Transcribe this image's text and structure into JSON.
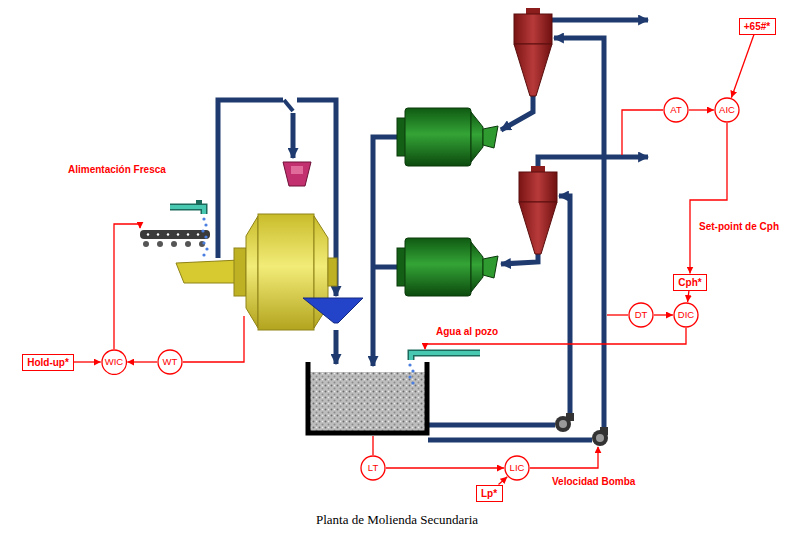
{
  "diagram": {
    "caption": "Planta de Molienda Secundaria",
    "nodes": [
      {
        "text": [
          "+65#*"
        ]
      },
      {
        "text": [
          "AT"
        ]
      },
      {
        "text": [
          "AIC"
        ]
      },
      {
        "text": [
          "Cph*"
        ]
      },
      {
        "text": [
          "DT"
        ]
      },
      {
        "text": [
          "DIC"
        ]
      },
      {
        "text": [
          "Hold-up*"
        ]
      },
      {
        "text": [
          "WIC"
        ]
      },
      {
        "text": [
          "WT"
        ]
      },
      {
        "text": [
          "LT"
        ]
      },
      {
        "text": [
          "LIC"
        ]
      },
      {
        "text": [
          "Lp*"
        ]
      }
    ],
    "edges": [
      {
        "from": 6,
        "to": 7,
        "arrow": "to"
      },
      {
        "from": 8,
        "to": 7,
        "arrow": "to"
      },
      {
        "from": 9,
        "to": 10,
        "arrow": "to"
      },
      {
        "from": 11,
        "to": 10,
        "arrow": "to"
      },
      {
        "from": 4,
        "to": 5,
        "arrow": "to"
      },
      {
        "from": 3,
        "to": 5,
        "arrow": "to"
      },
      {
        "from": 1,
        "to": 2,
        "arrow": "to"
      },
      {
        "from": 0,
        "to": 2,
        "arrow": "to"
      },
      {
        "from": 2,
        "to": 3,
        "arrow": "to",
        "label": "Set-point de Cph"
      }
    ],
    "labels": [
      "Alimentación Fresca",
      "Agua al pozo",
      "Velocidad Bomba"
    ]
  }
}
